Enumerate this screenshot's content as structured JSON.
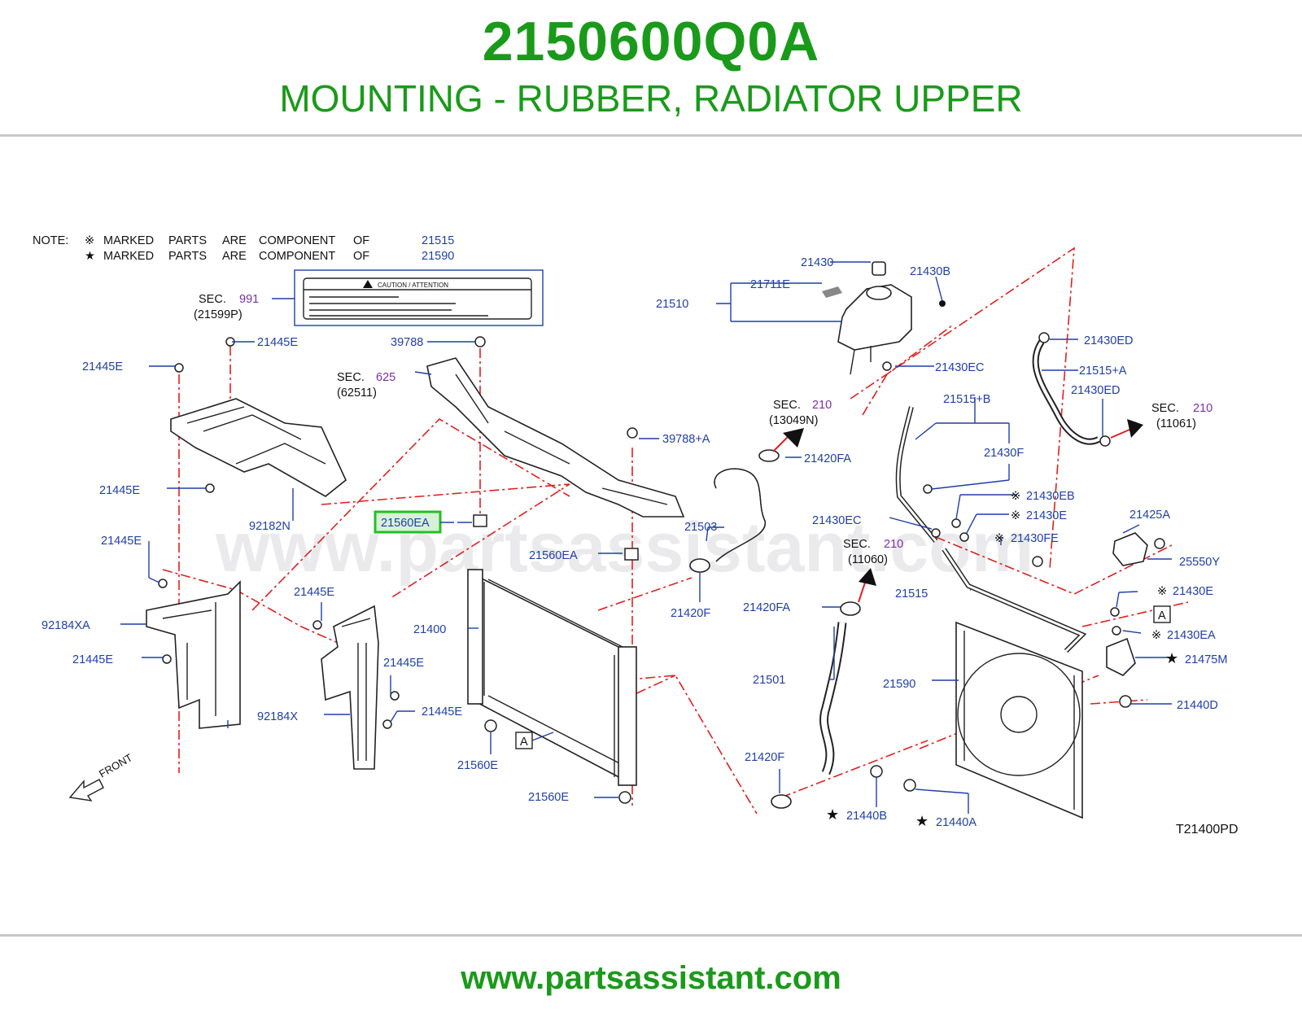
{
  "header": {
    "part_number": "2150600Q0A",
    "description": "MOUNTING - RUBBER, RADIATOR UPPER"
  },
  "footer": {
    "url": "www.partsassistant.com"
  },
  "watermark": "www.partsassistant.com",
  "diagram_code": "T21400PD",
  "notes": {
    "prefix": "NOTE:",
    "line1": {
      "symbol": "※",
      "words": [
        "MARKED",
        "PARTS",
        "ARE",
        "COMPONENT",
        "OF"
      ],
      "ref": "21515"
    },
    "line2": {
      "symbol": "★",
      "words": [
        "MARKED",
        "PARTS",
        "ARE",
        "COMPONENT",
        "OF"
      ],
      "ref": "21590"
    }
  },
  "caution_label": {
    "text": "CAUTION  /  ATTENTION"
  },
  "sections": {
    "sec991": {
      "sec": "SEC.",
      "num": "991",
      "sub": "(21599P)"
    },
    "sec625": {
      "sec": "SEC.",
      "num": "625",
      "sub": "(62511)"
    },
    "sec210a": {
      "sec": "SEC.",
      "num": "210",
      "sub": "(13049N)"
    },
    "sec210b": {
      "sec": "SEC.",
      "num": "210",
      "sub": "(11060)"
    },
    "sec210c": {
      "sec": "SEC.",
      "num": "210",
      "sub": "(11061)"
    }
  },
  "highlighted_part": "21560EA",
  "front_label": "FRONT",
  "ref_marker": "A",
  "labels": {
    "p21445E_a": "21445E",
    "p21445E_b": "21445E",
    "p21445E_c": "21445E",
    "p21445E_d": "21445E",
    "p21445E_e": "21445E",
    "p21445E_f": "21445E",
    "p21445E_g": "21445E",
    "p21445E_h": "21445E",
    "p92182N": "92182N",
    "p92184XA": "92184XA",
    "p92184X": "92184X",
    "p39788": "39788",
    "p39788A": "39788+A",
    "p21560EA_b": "21560EA",
    "p21400": "21400",
    "p21560E_a": "21560E",
    "p21560E_b": "21560E",
    "p21503": "21503",
    "p21420FA_a": "21420FA",
    "p21420FA_b": "21420FA",
    "p21420F_a": "21420F",
    "p21420F_b": "21420F",
    "p21501": "21501",
    "p21430": "21430",
    "p21430B": "21430B",
    "p21711E": "21711E",
    "p21510": "21510",
    "p21430EC_a": "21430EC",
    "p21430EC_b": "21430EC",
    "p21515B": "21515+B",
    "p21430F": "21430F",
    "p21430ED_a": "21430ED",
    "p21430ED_b": "21430ED",
    "p21515A": "21515+A",
    "p21430EB": "21430EB",
    "p21430E_a": "21430E",
    "p21430E_b": "21430E",
    "p21430FE": "21430FE",
    "p21515": "21515",
    "p21425A": "21425A",
    "p25550Y": "25550Y",
    "p21430EA": "21430EA",
    "p21475M": "21475M",
    "p21590": "21590",
    "p21440D": "21440D",
    "p21440B": "21440B",
    "p21440A": "21440A"
  },
  "symbols": {
    "kome": "※",
    "star": "★"
  },
  "colors": {
    "brand_green": "#1a9a1a",
    "label_blue": "#1f3fa8",
    "section_purple": "#7b2fa8",
    "dash_red": "#e02020",
    "highlight_green": "#22c022"
  }
}
